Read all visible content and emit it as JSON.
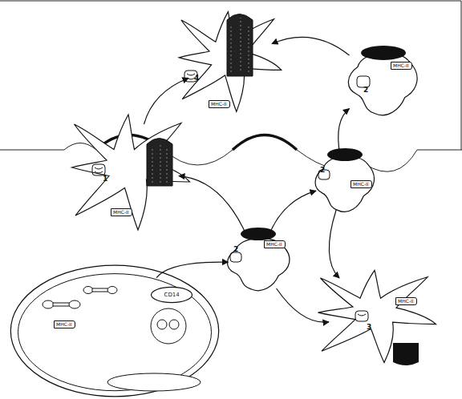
{
  "diagram": {
    "nodes": [
      {
        "text": [
          "4",
          "MHC-II"
        ]
      },
      {
        "text": [
          "2",
          "MHC-II"
        ]
      },
      {
        "text": [
          "1",
          "MHC-II"
        ]
      },
      {
        "text": [
          "2",
          "MHC-II"
        ]
      },
      {
        "text": [
          "2",
          "MHC-II"
        ]
      },
      {
        "text": [
          "3",
          "MHC-II"
        ]
      },
      {
        "text": [
          "MHC-II"
        ]
      },
      {
        "text": [
          "CD14"
        ],
        "in": 6
      }
    ],
    "edges": [
      {
        "from": 6,
        "to": 4,
        "arrow": "to"
      },
      {
        "from": 4,
        "to": 2,
        "arrow": "to"
      },
      {
        "from": 4,
        "to": 3,
        "arrow": "to"
      },
      {
        "from": 4,
        "to": 5,
        "arrow": "to"
      },
      {
        "from": 3,
        "to": 1,
        "arrow": "to"
      },
      {
        "from": 3,
        "to": 5,
        "arrow": "to"
      },
      {
        "from": 2,
        "to": 0,
        "arrow": "to"
      },
      {
        "from": 1,
        "to": 0,
        "arrow": "to"
      }
    ]
  }
}
